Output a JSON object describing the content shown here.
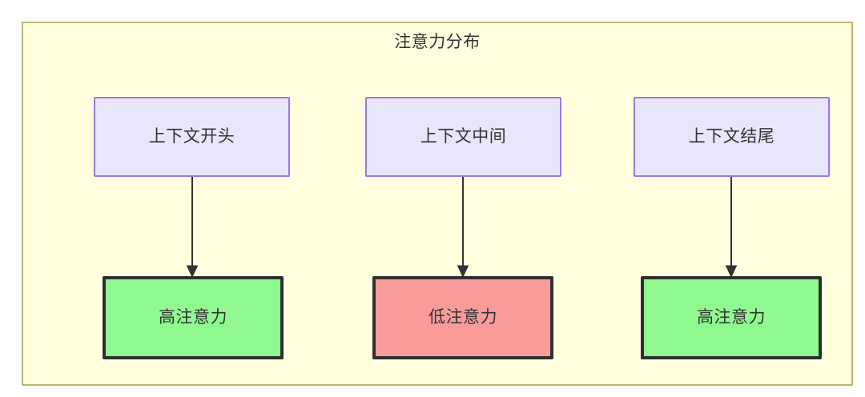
{
  "diagram": {
    "title": "注意力分布",
    "container": {
      "fill": "#ffffe0",
      "stroke": "#bdb76b"
    },
    "context_nodes": [
      {
        "label": "上下文开头",
        "fill": "#e8e6fb",
        "stroke": "#9a79e0"
      },
      {
        "label": "上下文中间",
        "fill": "#e8e6fb",
        "stroke": "#9a79e0"
      },
      {
        "label": "上下文结尾",
        "fill": "#e8e6fb",
        "stroke": "#9a79e0"
      }
    ],
    "attention_nodes": [
      {
        "label": "高注意力",
        "fill": "#90fa90",
        "stroke": "#2f2f2f",
        "level": "high"
      },
      {
        "label": "低注意力",
        "fill": "#fa9b9b",
        "stroke": "#2f2f2f",
        "level": "low"
      },
      {
        "label": "高注意力",
        "fill": "#90fa90",
        "stroke": "#2f2f2f",
        "level": "high"
      }
    ],
    "edges": [
      {
        "from": "上下文开头",
        "to": "高注意力",
        "style": "arrow"
      },
      {
        "from": "上下文中间",
        "to": "低注意力",
        "style": "arrow"
      },
      {
        "from": "上下文结尾",
        "to": "高注意力",
        "style": "arrow"
      }
    ]
  }
}
